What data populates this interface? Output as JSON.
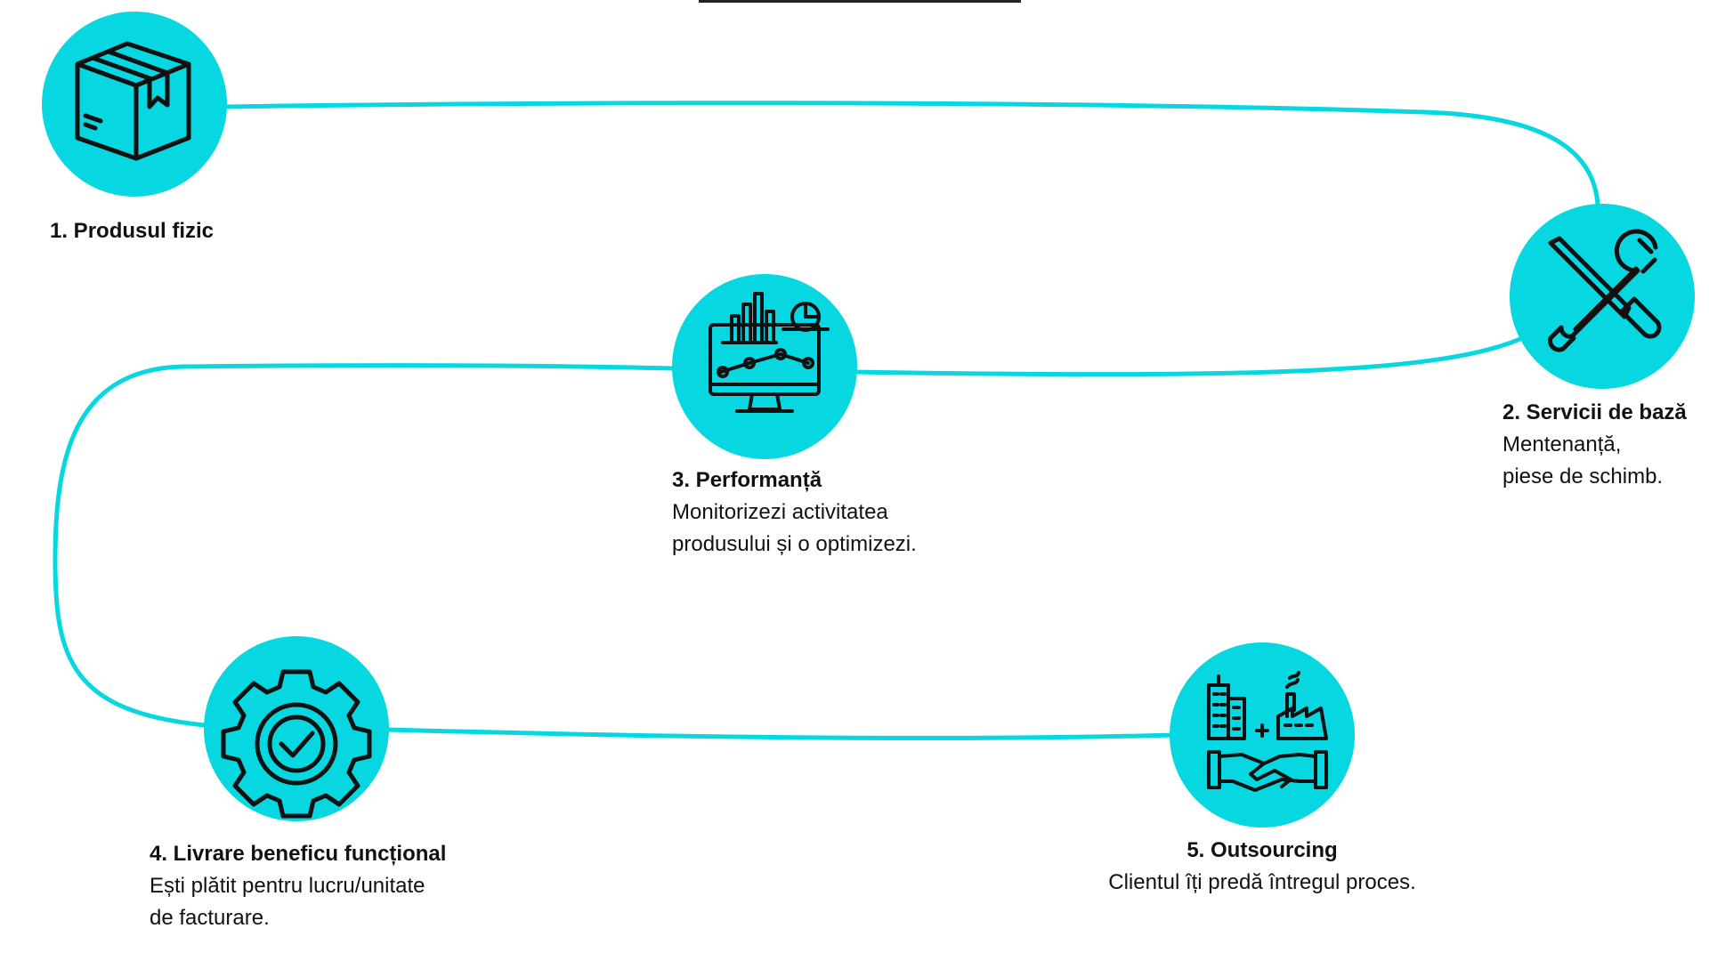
{
  "colors": {
    "accent": "#06D7E0",
    "icon": "#111111",
    "text": "#111111"
  },
  "steps": [
    {
      "title": "1. Produsul fizic",
      "desc1": "",
      "desc2": "",
      "icon": "box-icon"
    },
    {
      "title": "2. Servicii de bază",
      "desc1": "Mentenanță,",
      "desc2": "piese de schimb.",
      "icon": "tools-icon"
    },
    {
      "title": "3. Performanță",
      "desc1": "Monitorizezi activitatea",
      "desc2": "produsului și o optimizezi.",
      "icon": "monitor-analytics-icon"
    },
    {
      "title": "4. Livrare beneficu funcțional",
      "desc1": "Ești plătit pentru lucru/unitate",
      "desc2": "de facturare.",
      "icon": "gear-check-icon"
    },
    {
      "title": "5. Outsourcing",
      "desc1": "Clientul îți predă întregul proces.",
      "desc2": "",
      "icon": "outsourcing-handshake-icon"
    }
  ]
}
